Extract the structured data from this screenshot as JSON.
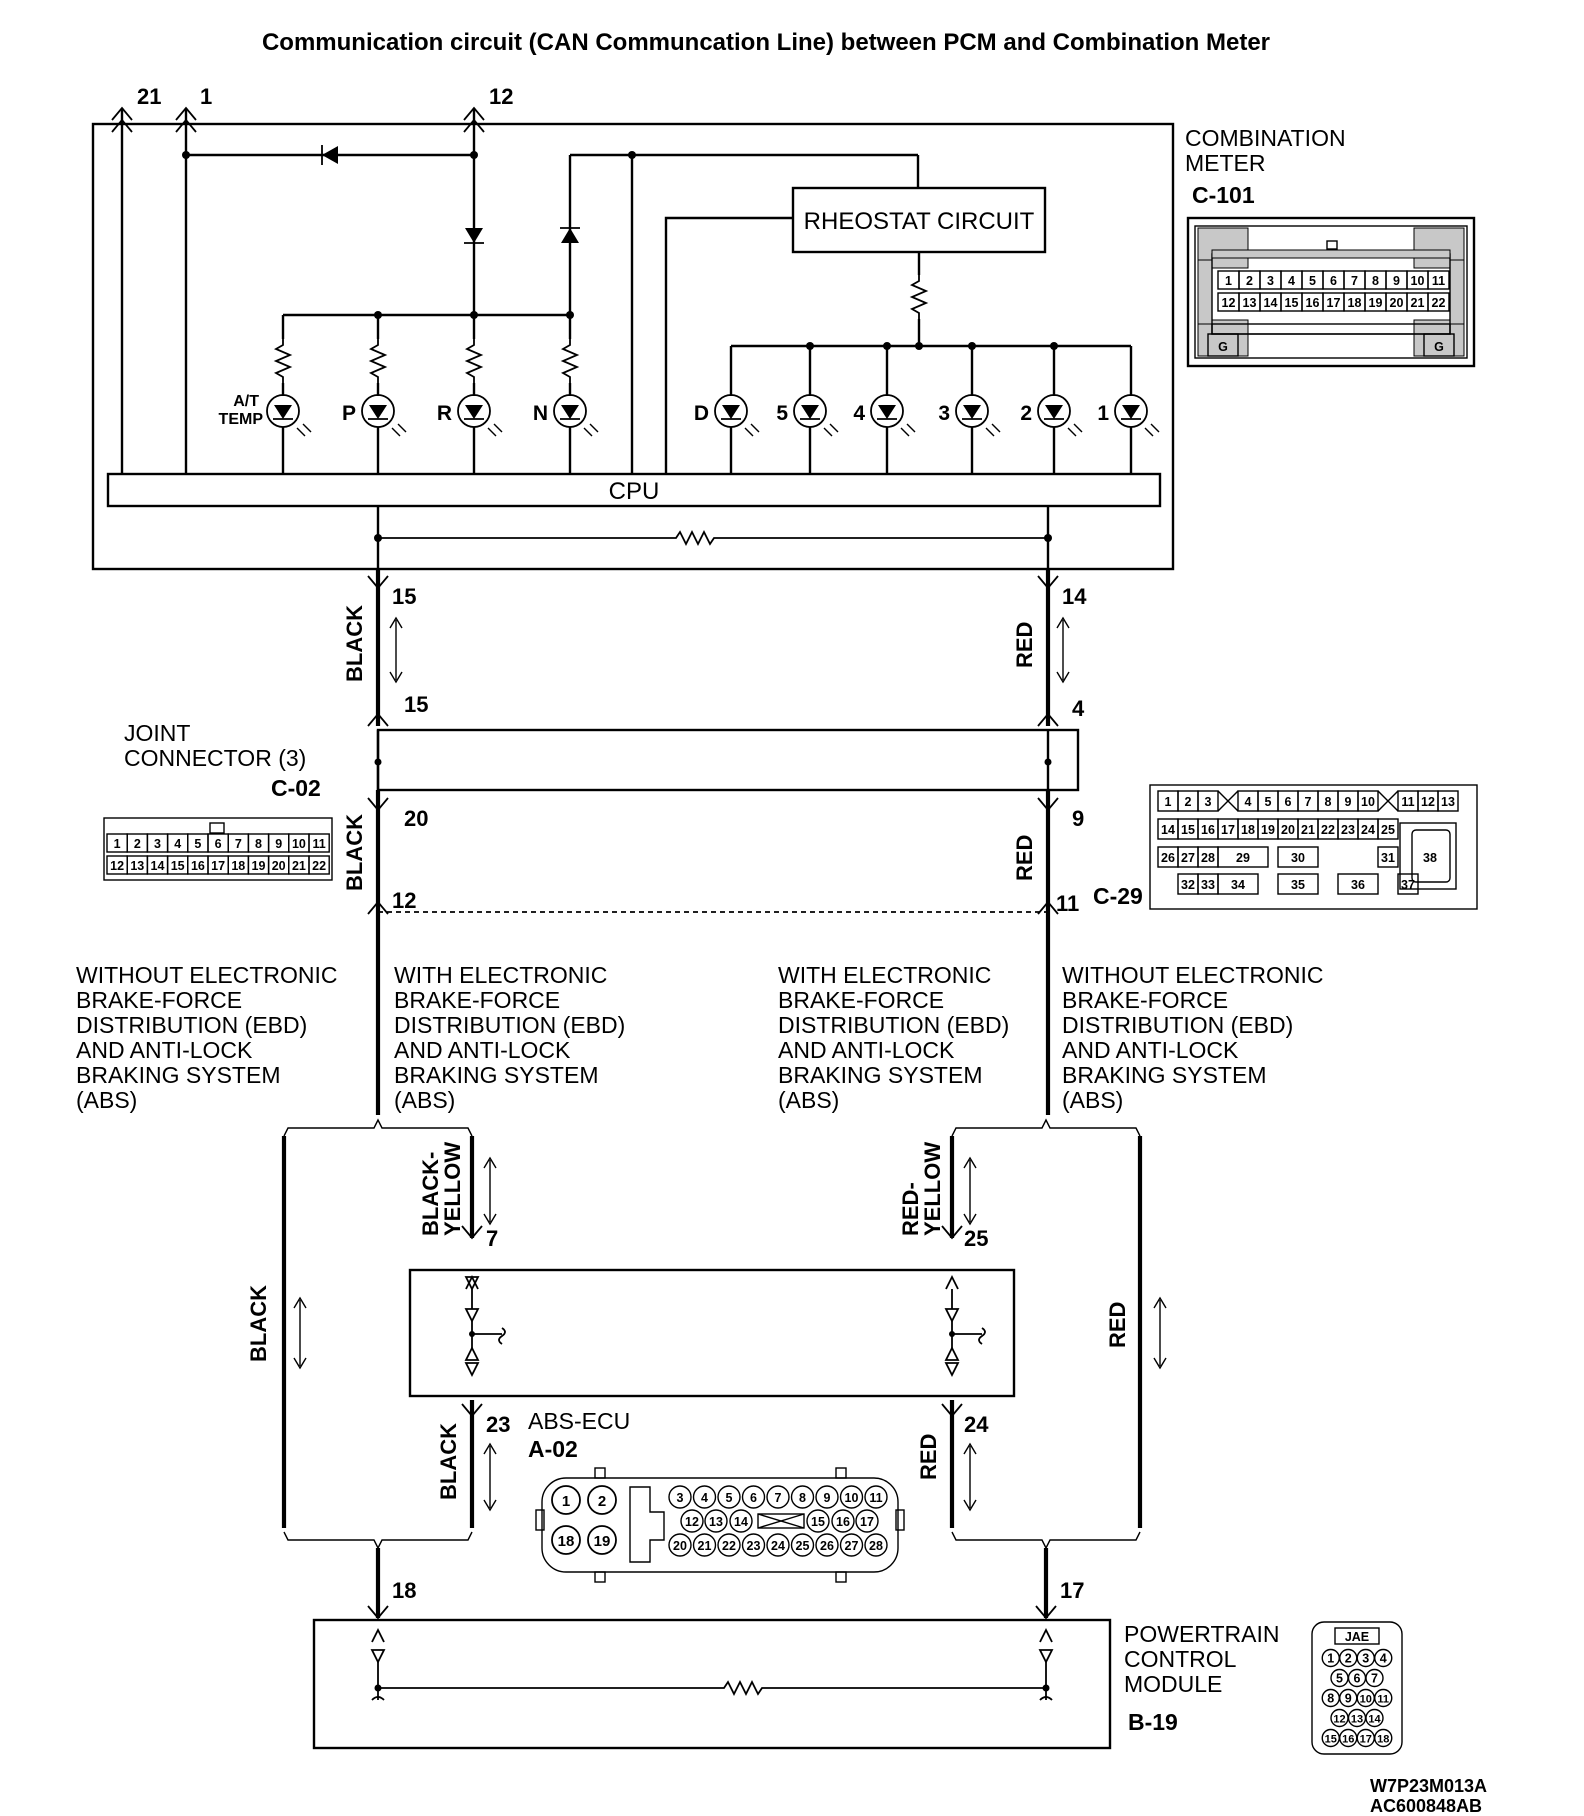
{
  "title": "Communication circuit (CAN Communcation Line) between PCM and Combination Meter",
  "top_pins": [
    "21",
    "1",
    "12"
  ],
  "combination_meter": {
    "name": "COMBINATION\nMETER",
    "code": "C-101",
    "rheostat": "RHEOSTAT CIRCUIT",
    "cpu": "CPU"
  },
  "leds": [
    "A/T\nTEMP",
    "P",
    "R",
    "N",
    "D",
    "5",
    "4",
    "3",
    "2",
    "1"
  ],
  "c101_pins": {
    "row1": [
      "1",
      "2",
      "3",
      "4",
      "5",
      "6",
      "7",
      "8",
      "9",
      "10",
      "11"
    ],
    "row2": [
      "12",
      "13",
      "14",
      "15",
      "16",
      "17",
      "18",
      "19",
      "20",
      "21",
      "22"
    ],
    "ground": "G"
  },
  "wires": {
    "left_upper": {
      "pin_top": "15",
      "color": "BLACK",
      "pin_bottom": "15"
    },
    "right_upper": {
      "pin_top": "14",
      "color": "RED",
      "pin_bottom": "4"
    },
    "left_mid": {
      "pin_top": "20",
      "color": "BLACK",
      "pin_bottom": "12"
    },
    "right_mid": {
      "pin_top": "9",
      "color": "RED",
      "pin_bottom": "11"
    }
  },
  "joint_connector": {
    "name": "JOINT\nCONNECTOR (3)",
    "code": "C-02",
    "row1": [
      "1",
      "2",
      "3",
      "4",
      "5",
      "6",
      "7",
      "8",
      "9",
      "10",
      "11"
    ],
    "row2": [
      "12",
      "13",
      "14",
      "15",
      "16",
      "17",
      "18",
      "19",
      "20",
      "21",
      "22"
    ]
  },
  "c29": {
    "code": "C-29",
    "row1": [
      "1",
      "2",
      "3",
      "4",
      "5",
      "6",
      "7",
      "8",
      "9",
      "10",
      "11",
      "12",
      "13"
    ],
    "row2": [
      "14",
      "15",
      "16",
      "17",
      "18",
      "19",
      "20",
      "21",
      "22",
      "23",
      "24",
      "25"
    ],
    "row3": [
      "26",
      "27",
      "28",
      "29",
      "30",
      "31",
      "38"
    ],
    "row4": [
      "32",
      "33",
      "34",
      "35",
      "36",
      "37"
    ]
  },
  "variants": {
    "without": "WITHOUT ELECTRONIC\nBRAKE-FORCE\nDISTRIBUTION (EBD)\nAND ANTI-LOCK\nBRAKING SYSTEM\n(ABS)",
    "with": "WITH ELECTRONIC\nBRAKE-FORCE\nDISTRIBUTION (EBD)\nAND ANTI-LOCK\nBRAKING SYSTEM\n(ABS)"
  },
  "abs_wires": {
    "left_bypass": "BLACK",
    "right_bypass": "RED",
    "left_in": {
      "color": "BLACK-\nYELLOW",
      "pin": "7"
    },
    "right_in": {
      "color": "RED-\nYELLOW",
      "pin": "25"
    },
    "left_out": {
      "color": "BLACK",
      "pin": "23"
    },
    "right_out": {
      "color": "RED",
      "pin": "24"
    }
  },
  "abs_ecu": {
    "name": "ABS-ECU",
    "code": "A-02",
    "big": [
      "1",
      "2",
      "18",
      "19"
    ],
    "row1": [
      "3",
      "4",
      "5",
      "6",
      "7",
      "8",
      "9",
      "10",
      "11"
    ],
    "row2": [
      "12",
      "13",
      "14",
      "15",
      "16",
      "17"
    ],
    "row3": [
      "20",
      "21",
      "22",
      "23",
      "24",
      "25",
      "26",
      "27",
      "28"
    ]
  },
  "pcm": {
    "name": "POWERTRAIN\nCONTROL\nMODULE",
    "code": "B-19",
    "pin_left": "18",
    "pin_right": "17",
    "connector_tag": "JAE",
    "rows": [
      [
        "1",
        "2",
        "3",
        "4"
      ],
      [
        "5",
        "6",
        "7"
      ],
      [
        "8",
        "9",
        "10",
        "11"
      ],
      [
        "12",
        "13",
        "14"
      ],
      [
        "15",
        "16",
        "17",
        "18"
      ]
    ]
  },
  "footer_codes": [
    "W7P23M013A",
    "AC600848AB"
  ]
}
